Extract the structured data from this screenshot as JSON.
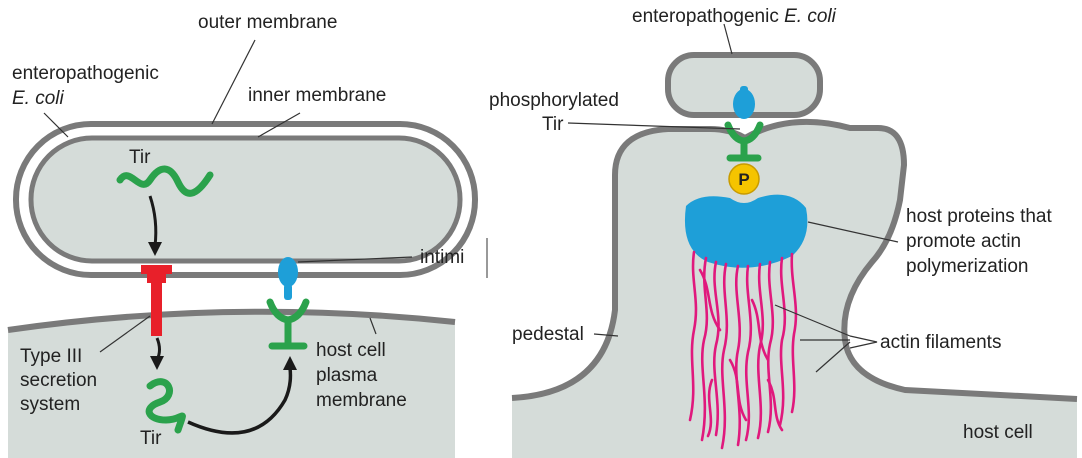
{
  "left_panel": {
    "outer_membrane_label": "outer membrane",
    "bacterium_label_line1": "enteropathogenic",
    "bacterium_label_line2": "E. coli",
    "inner_membrane_label": "inner membrane",
    "tir_top_label": "Tir",
    "intimin_label": "intimi",
    "secretion_label_line1": "Type III",
    "secretion_label_line2": "secretion",
    "secretion_label_line3": "system",
    "host_label_line1": "host cell",
    "host_label_line2": "plasma",
    "host_label_line3": "membrane",
    "tir_bottom_label": "Tir"
  },
  "right_panel": {
    "bacterium_label_prefix": "enteropathogenic ",
    "bacterium_label_italic": "E. coli",
    "phospho_label_line1": "phosphorylated",
    "phospho_label_line2": "Tir",
    "phosphate_badge": "P",
    "host_proteins_line1": "host proteins that",
    "host_proteins_line2": "promote actin",
    "host_proteins_line3": "polymerization",
    "pedestal_label": "pedestal",
    "actin_label": "actin filaments",
    "host_cell_label": "host cell"
  },
  "colors": {
    "cytoplasm": "#d5dcd9",
    "membrane": "#7a7a7a",
    "tir": "#2ba24c",
    "intimin": "#1e9fd8",
    "secretion_system": "#e8202a",
    "phosphate": "#f5c400",
    "actin": "#e0197d",
    "arrow": "#1a1a1a"
  }
}
